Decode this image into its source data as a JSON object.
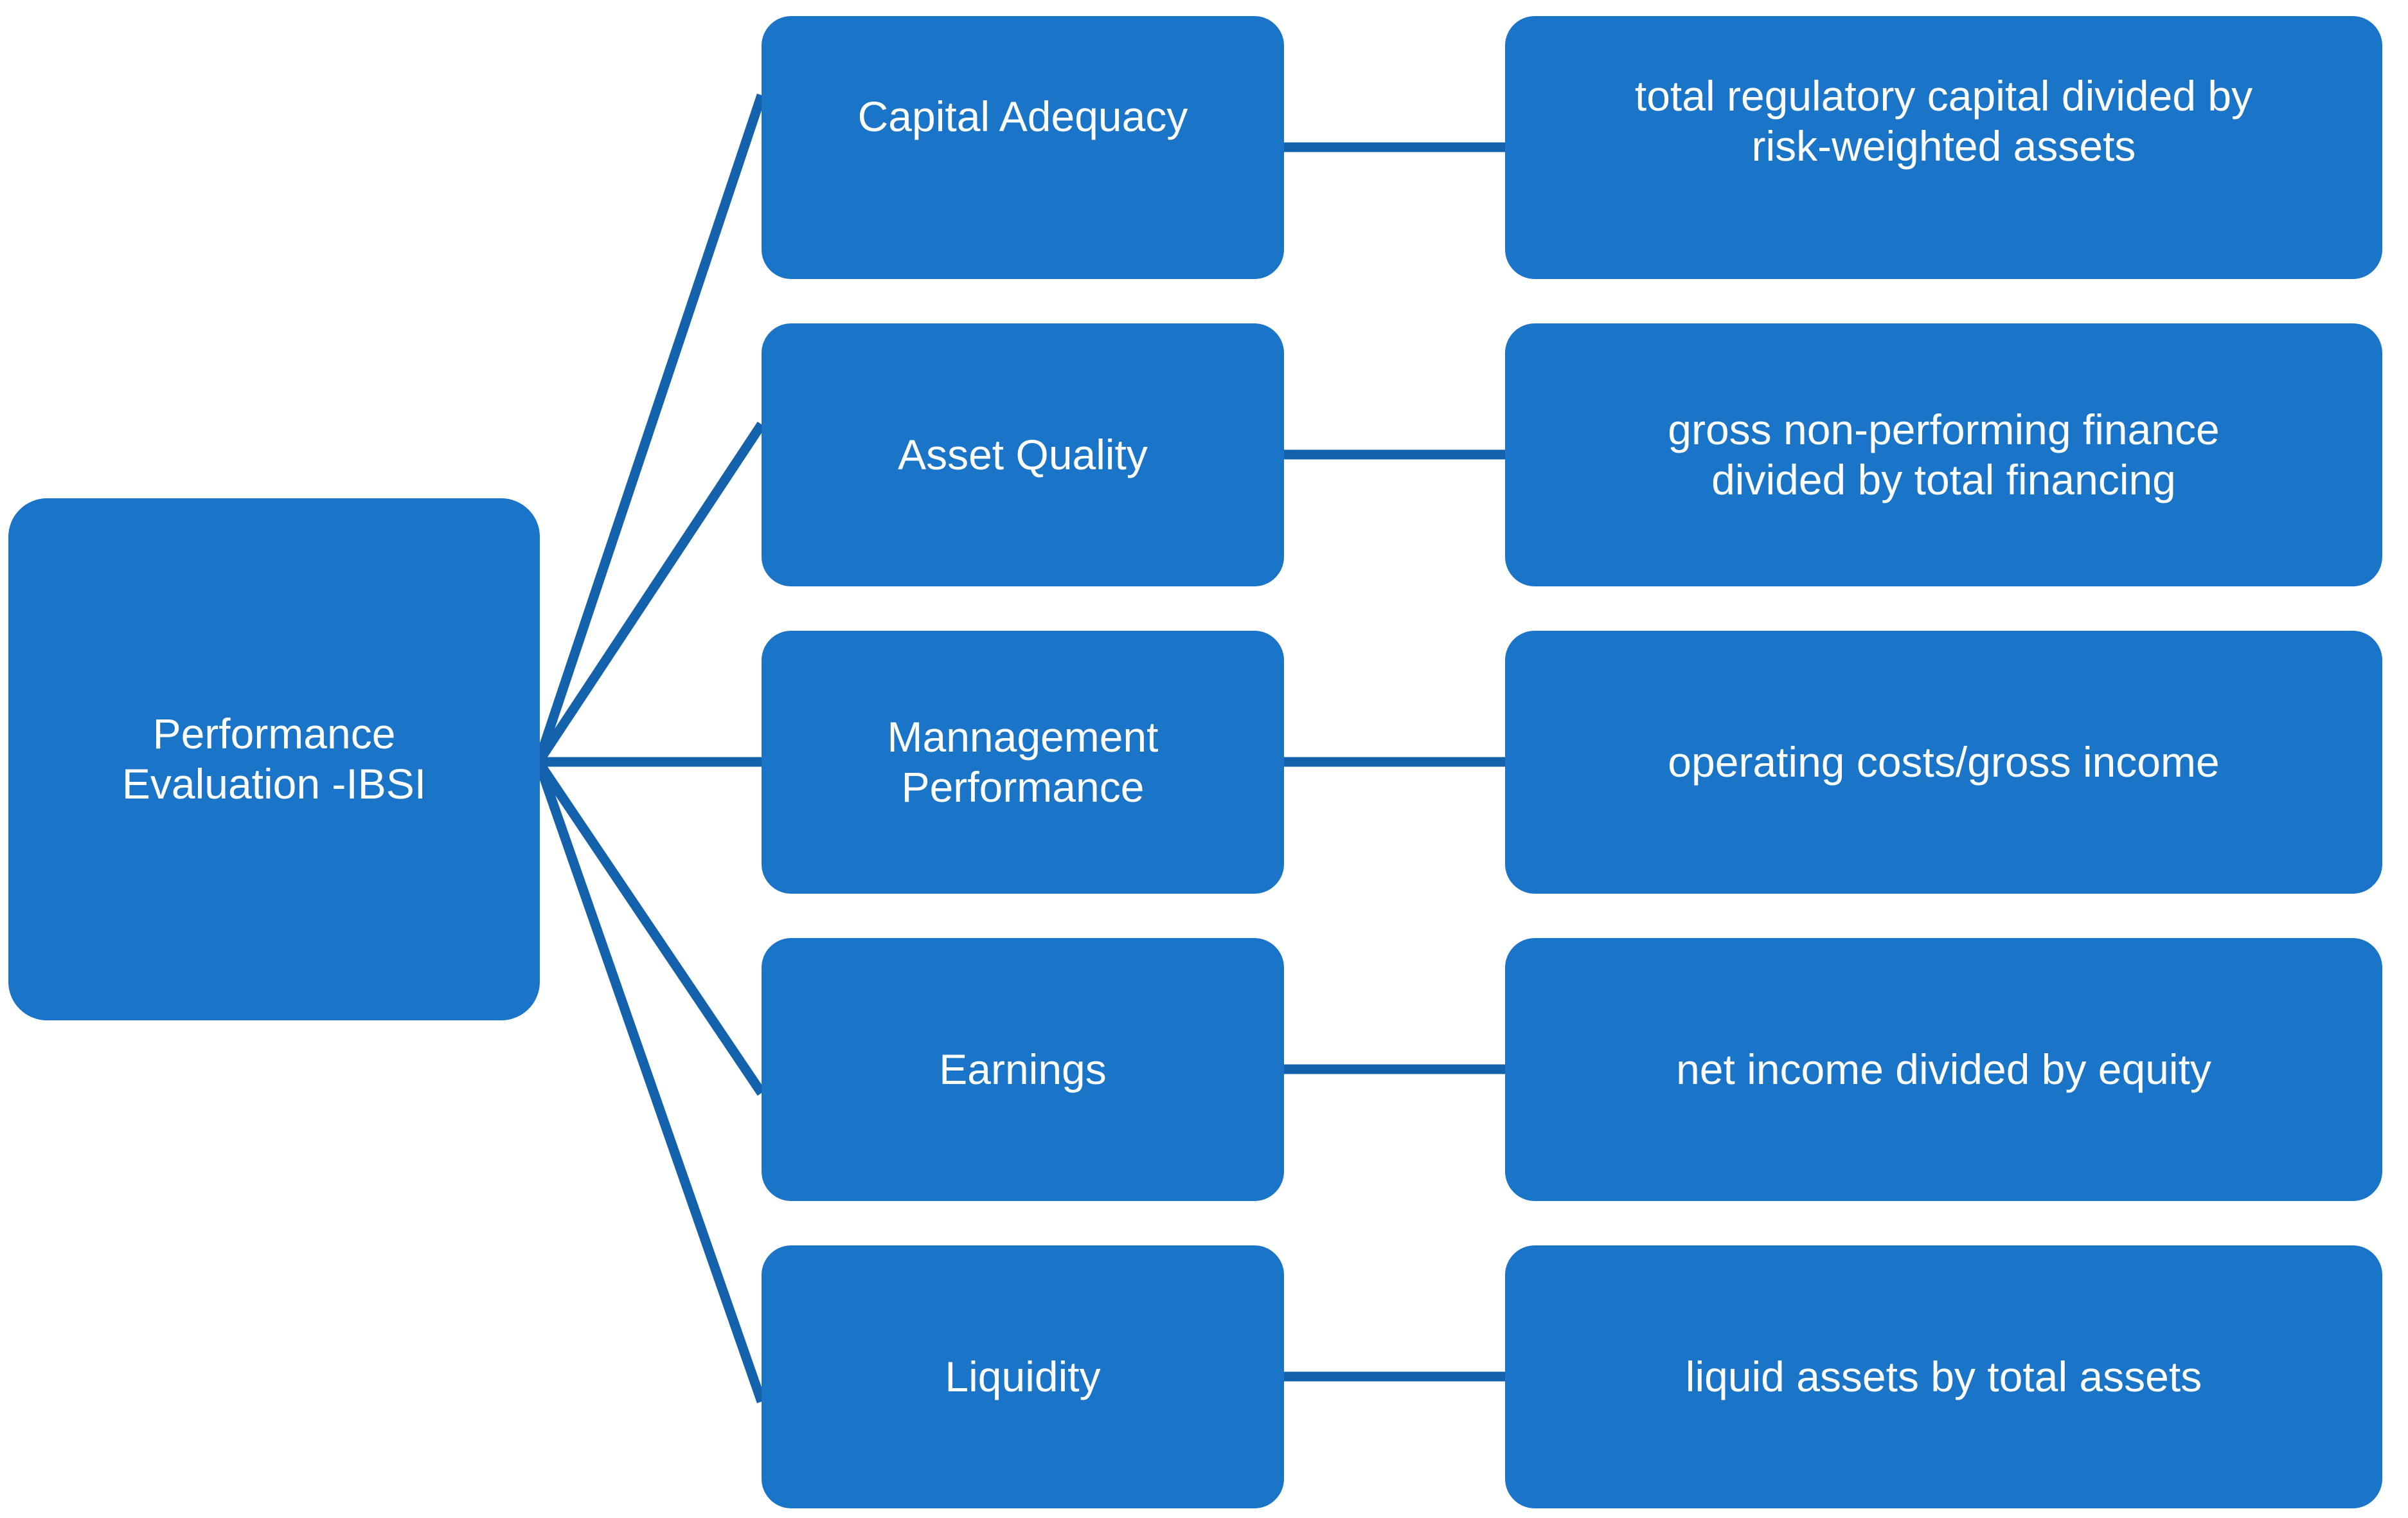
{
  "diagram": {
    "type": "tree-mindmap",
    "orientation": "left-to-right",
    "colors": {
      "node_fill": "#1a75c9",
      "node_text": "#ffffff",
      "connector": "#1362ab",
      "background": "#ffffff"
    },
    "root": {
      "label": "Performance\nEvaluation -IBSI"
    },
    "branches": [
      {
        "label": "Capital Adequacy",
        "detail": "total regulatory capital divided by\nrisk-weighted assets"
      },
      {
        "label": "Asset Quality",
        "detail": "gross non-performing finance\ndivided by total financing"
      },
      {
        "label": "Mannagement\nPerformance",
        "detail": "operating costs/gross income"
      },
      {
        "label": "Earnings",
        "detail": "net income divided by equity"
      },
      {
        "label": "Liquidity",
        "detail": "liquid assets by total assets"
      }
    ]
  }
}
